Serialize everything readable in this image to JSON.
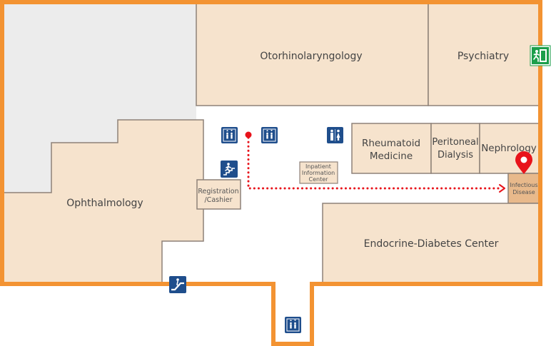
{
  "floor_map": {
    "rooms": {
      "otorhinolaryngology": "Otorhinolaryngology",
      "psychiatry": "Psychiatry",
      "ophthalmology": "Ophthalmology",
      "rheumatoid_line1": "Rheumatoid",
      "rheumatoid_line2": "Medicine",
      "peritoneal_line1": "Peritoneal",
      "peritoneal_line2": "Dialysis",
      "nephrology": "Nephrology",
      "endocrine": "Endocrine-Diabetes Center",
      "infectious_line1": "Infectious",
      "infectious_line2": "Disease",
      "registration_line1": "Registration",
      "registration_line2": "/Cashier",
      "inpatient_line1": "Inpatient",
      "inpatient_line2": "Information",
      "inpatient_line3": "Center"
    },
    "icons": [
      "elevator-icon",
      "restroom-icon",
      "stairs-icon",
      "escalator-icon",
      "emergency-exit-icon",
      "location-pin-icon"
    ],
    "colors": {
      "outline": "#f39332",
      "room_fill": "#f6e3cd",
      "room_stroke": "#8e8178",
      "unused_area": "#ececec",
      "destination_fill": "#e8b98b",
      "route": "#e8131b",
      "badge": "#1f4e8c",
      "exit": "#1b9e4b"
    }
  }
}
